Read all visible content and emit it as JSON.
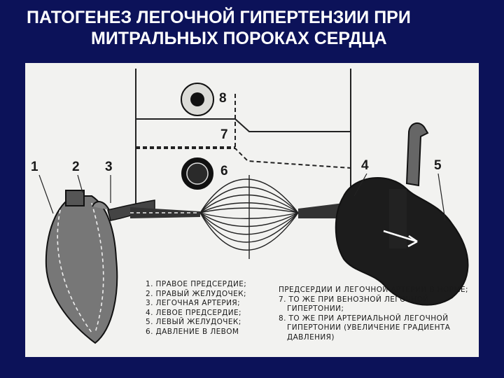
{
  "title": {
    "line1": "ПАТОГЕНЕЗ ЛЕГОЧНОЙ ГИПЕРТЕНЗИИ ПРИ",
    "line2": "МИТРАЛЬНЫХ ПОРОКАХ СЕРДЦА"
  },
  "labels": {
    "n1": "1",
    "n2": "2",
    "n3": "3",
    "n4": "4",
    "n5": "5",
    "n6": "6",
    "n7": "7",
    "n8": "8"
  },
  "legend_left": [
    "1. ПРАВОЕ ПРЕДСЕРДИЕ;",
    "2. ПРАВЫЙ ЖЕЛУДОЧЕК;",
    "3. ЛЕГОЧНАЯ АРТЕРИЯ;",
    "4. ЛЕВОЕ ПРЕДСЕРДИЕ;",
    "5. ЛЕВЫЙ ЖЕЛУДОЧЕК;",
    "6. ДАВЛЕНИЕ В ЛЕВОМ"
  ],
  "legend_right": [
    "ПРЕДСЕРДИИ И ЛЕГОЧНОЙ АРТЕРИИ В НОРМЕ;",
    "7. ТО ЖЕ ПРИ ВЕНОЗНОЙ ЛЕГОЧНОЙ",
    "ГИПЕРТОНИИ;",
    "8. ТО ЖЕ ПРИ АРТЕРИАЛЬНОЙ ЛЕГОЧНОЙ",
    "ГИПЕРТОНИИ (УВЕЛИЧЕНИЕ ГРАДИЕНТА",
    "ДАВЛЕНИЯ)"
  ]
}
